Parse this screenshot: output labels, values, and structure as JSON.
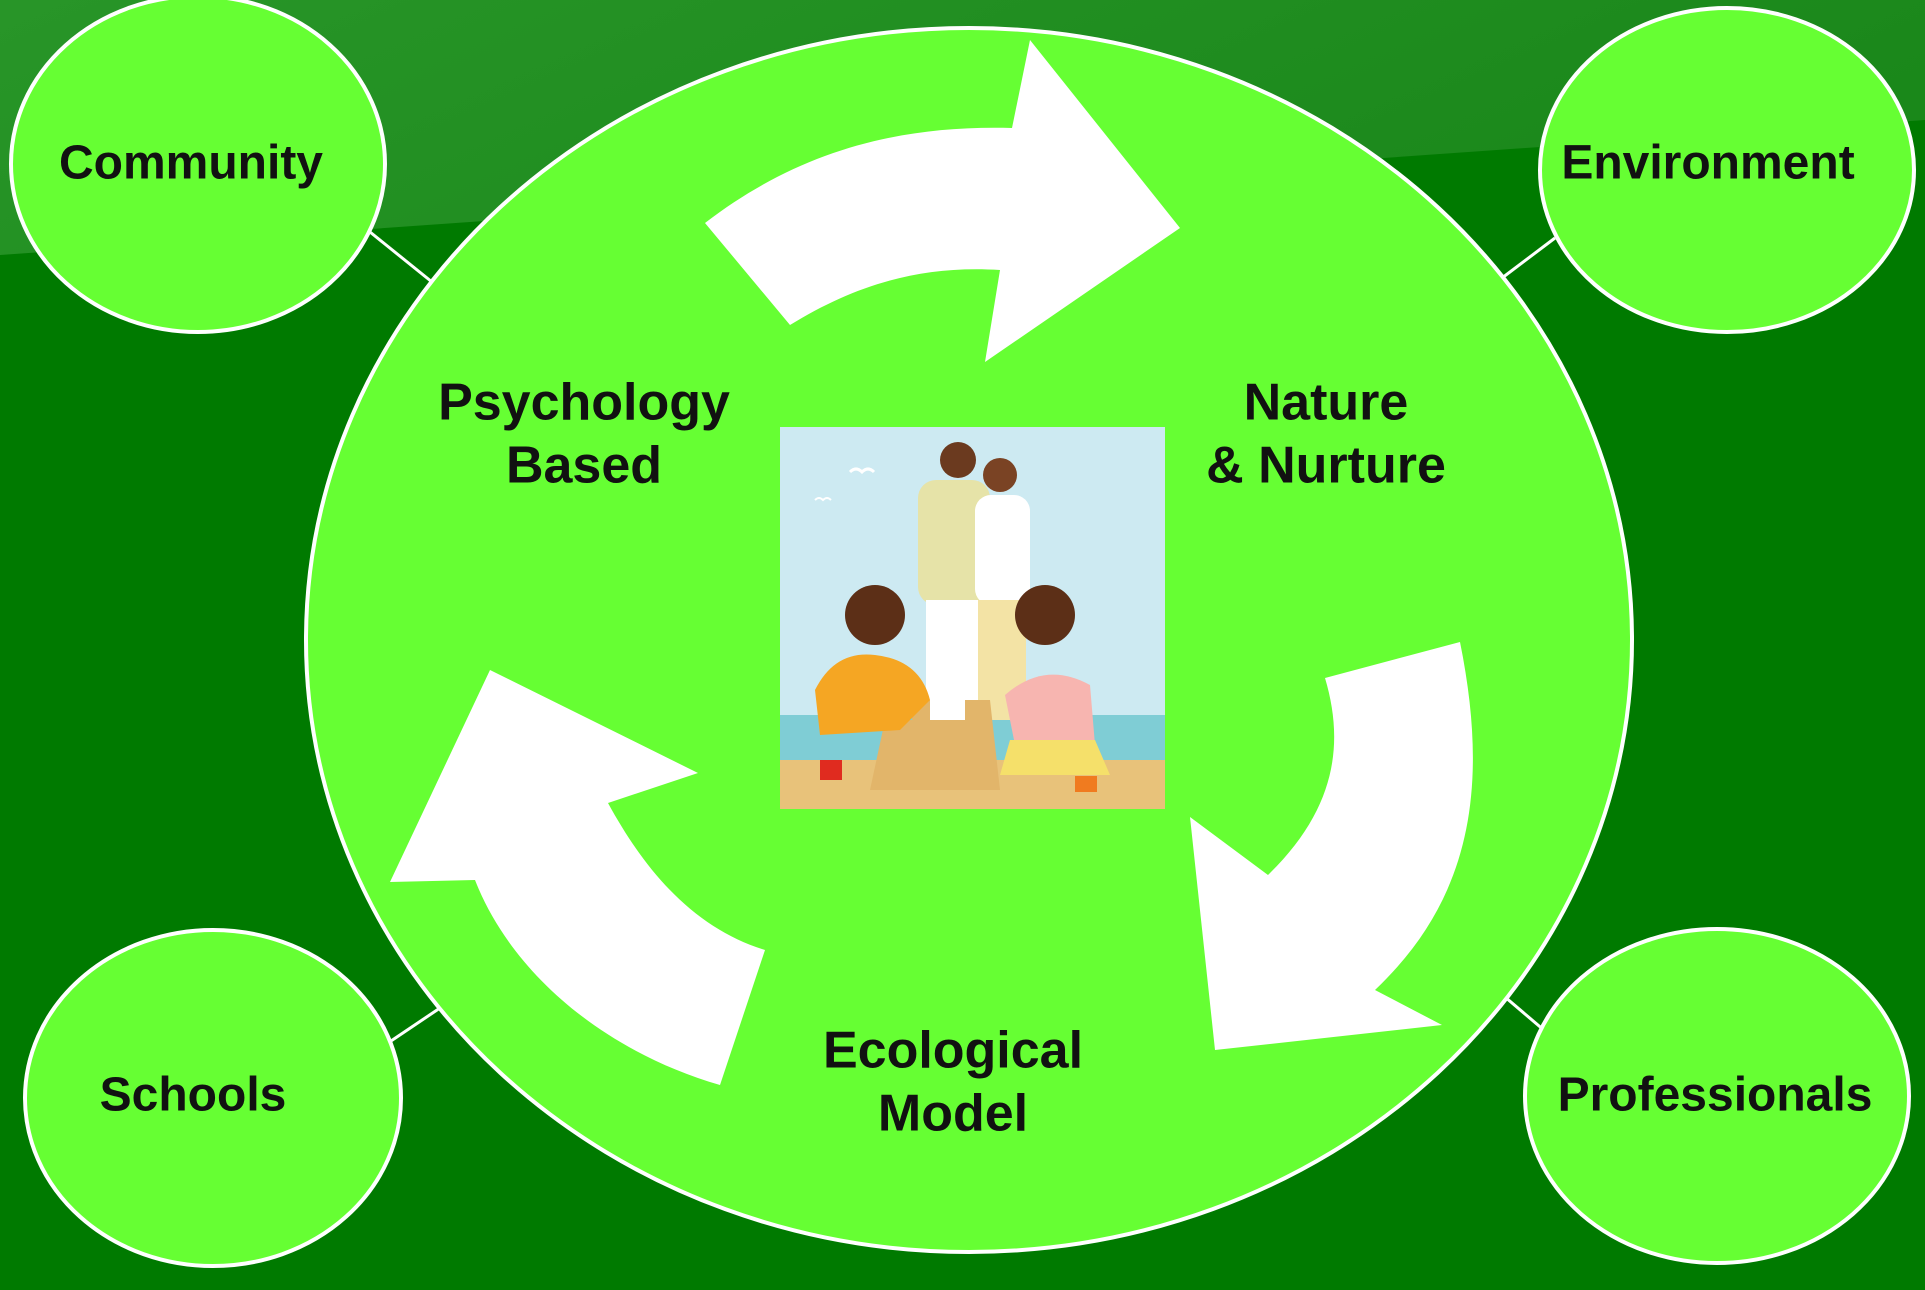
{
  "colors": {
    "background": "#007a00",
    "background_highlight": "#2f9a2f",
    "circle_fill": "#66ff33",
    "circle_stroke": "#ffffff",
    "arrow_fill": "#ffffff",
    "text": "#111111"
  },
  "satellites": {
    "community": "Community",
    "environment": "Environment",
    "schools": "Schools",
    "professionals": "Professionals"
  },
  "center": {
    "psychology": {
      "line1": "Psychology",
      "line2": "Based"
    },
    "nature": {
      "line1": "Nature",
      "line2": "& Nurture"
    },
    "ecological": {
      "line1": "Ecological",
      "line2": "Model"
    },
    "image": "family-at-beach-clipart"
  }
}
